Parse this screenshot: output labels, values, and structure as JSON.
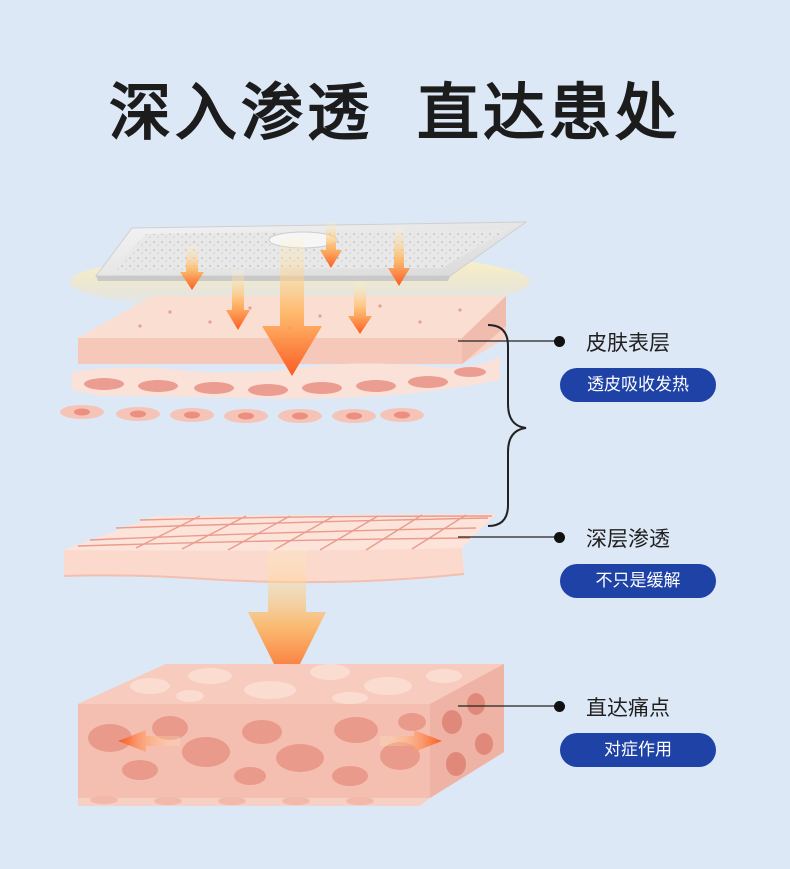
{
  "title": {
    "part1": "深入渗透",
    "part2": "直达患处"
  },
  "layers": [
    {
      "label": "皮肤表层",
      "tag": "透皮吸收发热"
    },
    {
      "label": "深层渗透",
      "tag": "不只是缓解"
    },
    {
      "label": "直达痛点",
      "tag": "对症作用"
    }
  ],
  "colors": {
    "background": "#dde8f6",
    "pill": "#1e42a6",
    "skin": "#f7cfc3",
    "cell": "#e79a8e",
    "arrow": "#fb6a2c"
  }
}
